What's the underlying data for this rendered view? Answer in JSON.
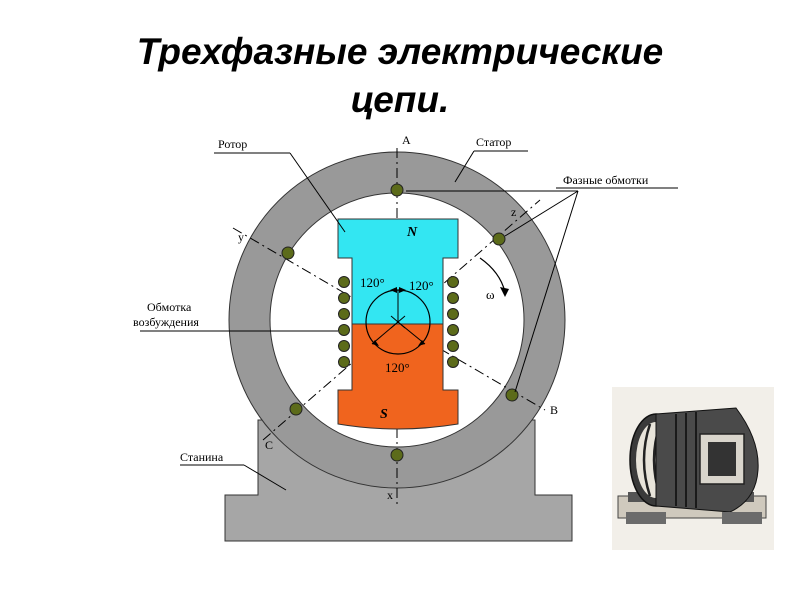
{
  "title": {
    "line1": "Трехфазные электрические",
    "line2": "цепи."
  },
  "labels": {
    "rotor": "Ротор",
    "stator": "Статор",
    "phase_windings": "Фазные обмотки",
    "excitation_line1": "Обмотка",
    "excitation_line2": "возбуждения",
    "frame": "Станина"
  },
  "phase_marks": {
    "A": "A",
    "B": "B",
    "C": "C",
    "x": "x",
    "y": "y",
    "z": "z"
  },
  "poles": {
    "north": "N",
    "south": "S"
  },
  "angles": {
    "left": "120°",
    "right": "120°",
    "bottom": "120°"
  },
  "omega": "ω",
  "colors": {
    "stator": "#999999",
    "frame": "#a6a6a6",
    "north_pole": "#33e6f2",
    "south_pole": "#f0641e",
    "winding": "#5c6b1a"
  }
}
